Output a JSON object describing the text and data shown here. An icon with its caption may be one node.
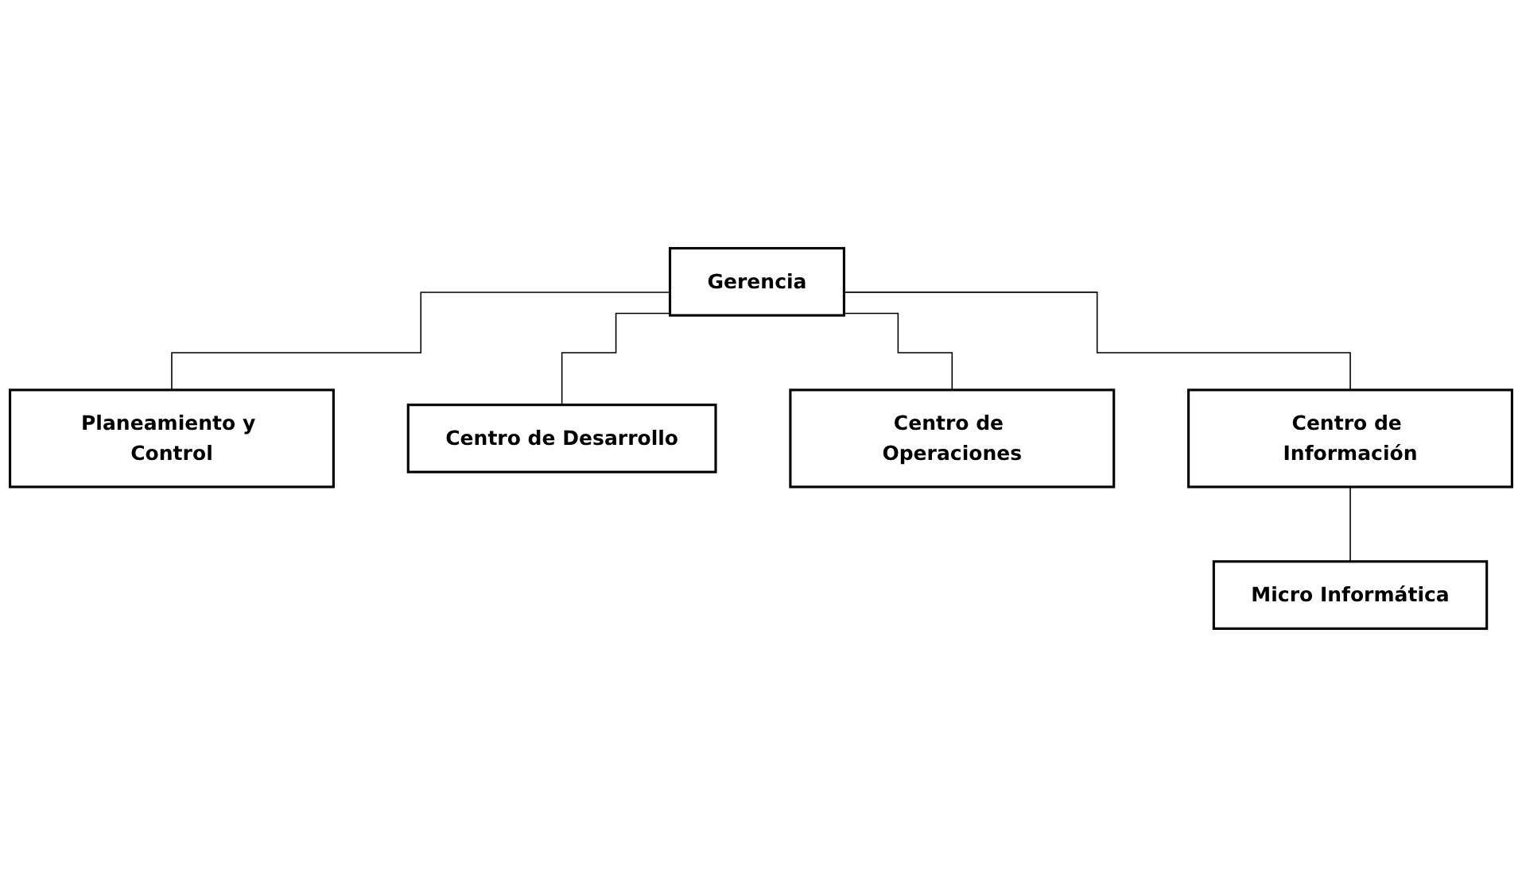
{
  "diagram": {
    "nodes": [
      {
        "text": [
          "Gerencia"
        ]
      },
      {
        "text": [
          "Planeamiento y Control"
        ]
      },
      {
        "text": [
          "Centro de Desarrollo"
        ]
      },
      {
        "text": [
          "Centro de Operaciones"
        ]
      },
      {
        "text": [
          "Centro de Información"
        ]
      },
      {
        "text": [
          "Micro Informática"
        ]
      }
    ],
    "edges": [
      {
        "from": 0,
        "to": 1,
        "arrow": "none"
      },
      {
        "from": 0,
        "to": 2,
        "arrow": "none"
      },
      {
        "from": 0,
        "to": 3,
        "arrow": "none"
      },
      {
        "from": 0,
        "to": 4,
        "arrow": "none"
      },
      {
        "from": 4,
        "to": 5,
        "arrow": "none"
      }
    ]
  }
}
